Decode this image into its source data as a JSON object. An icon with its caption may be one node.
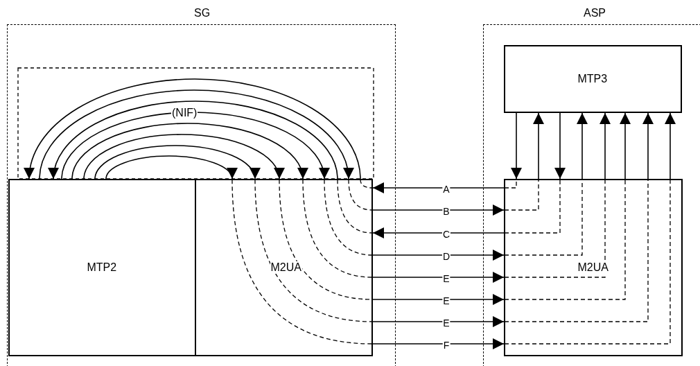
{
  "diagram": {
    "nodes": [
      {
        "text": [
          "SG"
        ]
      },
      {
        "text": [
          "ASP"
        ]
      },
      {
        "text": [
          "MTP2"
        ],
        "in": 0
      },
      {
        "text": [
          "M2UA"
        ],
        "in": 0
      },
      {
        "text": [
          "MTP3"
        ],
        "in": 1
      },
      {
        "text": [
          "M2UA"
        ],
        "in": 1
      }
    ],
    "edges": [
      {
        "from": 5,
        "to": 3,
        "arrow": "to",
        "label": "A"
      },
      {
        "from": 3,
        "to": 5,
        "arrow": "to",
        "label": "B"
      },
      {
        "from": 5,
        "to": 3,
        "arrow": "to",
        "label": "C"
      },
      {
        "from": 3,
        "to": 5,
        "arrow": "to",
        "label": "D"
      },
      {
        "from": 3,
        "to": 5,
        "arrow": "to",
        "label": "E"
      },
      {
        "from": 3,
        "to": 5,
        "arrow": "to",
        "label": "E"
      },
      {
        "from": 3,
        "to": 5,
        "arrow": "to",
        "label": "E"
      },
      {
        "from": 3,
        "to": 5,
        "arrow": "to",
        "label": "F"
      },
      {
        "from": 3,
        "to": 2,
        "arrow": "to"
      },
      {
        "from": 2,
        "to": 3,
        "arrow": "to"
      },
      {
        "from": 3,
        "to": 2,
        "arrow": "to"
      },
      {
        "from": 2,
        "to": 3,
        "arrow": "to"
      },
      {
        "from": 2,
        "to": 3,
        "arrow": "to"
      },
      {
        "from": 2,
        "to": 3,
        "arrow": "to"
      },
      {
        "from": 2,
        "to": 3,
        "arrow": "to"
      },
      {
        "from": 2,
        "to": 3,
        "arrow": "to"
      },
      {
        "from": 4,
        "to": 5,
        "arrow": "to"
      },
      {
        "from": 5,
        "to": 4,
        "arrow": "to"
      },
      {
        "from": 4,
        "to": 5,
        "arrow": "to"
      },
      {
        "from": 5,
        "to": 4,
        "arrow": "to"
      },
      {
        "from": 5,
        "to": 4,
        "arrow": "to"
      },
      {
        "from": 5,
        "to": 4,
        "arrow": "to"
      },
      {
        "from": 5,
        "to": 4,
        "arrow": "to"
      },
      {
        "from": 5,
        "to": 4,
        "arrow": "to"
      }
    ],
    "labels": [
      "(NIF)"
    ]
  }
}
